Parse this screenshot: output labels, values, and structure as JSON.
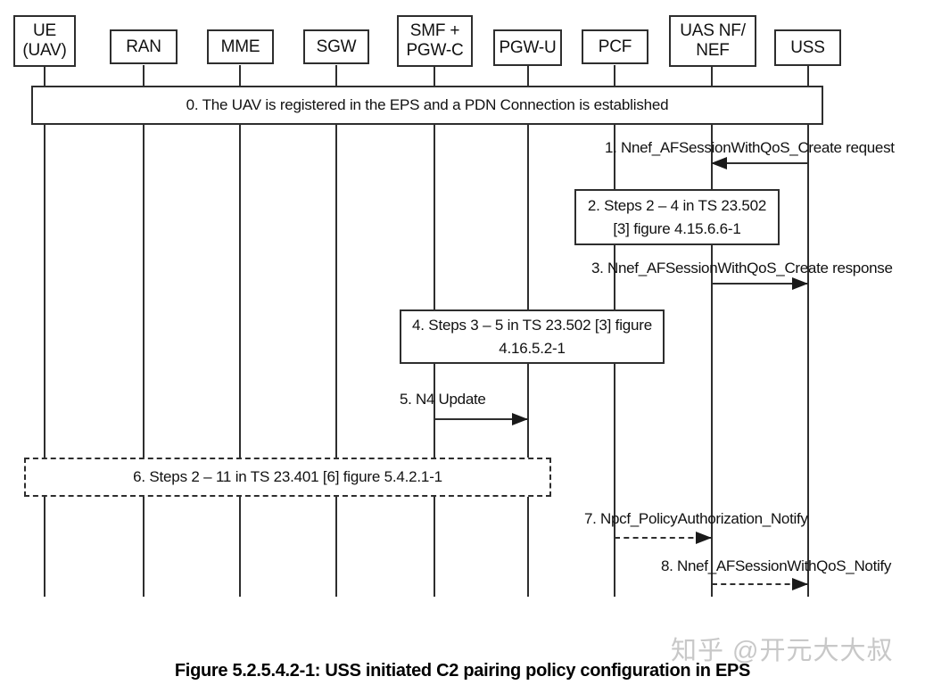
{
  "entities": [
    {
      "id": "ue",
      "label": "UE\n(UAV)"
    },
    {
      "id": "ran",
      "label": "RAN"
    },
    {
      "id": "mme",
      "label": "MME"
    },
    {
      "id": "sgw",
      "label": "SGW"
    },
    {
      "id": "smf",
      "label": "SMF +\nPGW-C"
    },
    {
      "id": "pgwu",
      "label": "PGW-U"
    },
    {
      "id": "pcf",
      "label": "PCF"
    },
    {
      "id": "nef",
      "label": "UAS NF/\nNEF"
    },
    {
      "id": "uss",
      "label": "USS"
    }
  ],
  "steps": {
    "s0": "0. The UAV is registered in the EPS and a PDN Connection is established",
    "s1": "1. Nnef_AFSessionWithQoS_Create request",
    "s2": "2. Steps 2 – 4 in TS 23.502\n[3] figure 4.15.6.6-1",
    "s3": "3. Nnef_AFSessionWithQoS_Create response",
    "s4": "4. Steps 3 – 5 in TS 23.502 [3] figure\n4.16.5.2-1",
    "s5": "5. N4 Update",
    "s6": "6. Steps 2 – 11 in TS 23.401 [6] figure 5.4.2.1-1",
    "s7": "7. Npcf_PolicyAuthorization_Notify",
    "s8": "8. Nnef_AFSessionWithQoS_Notify"
  },
  "caption": "Figure 5.2.5.4.2-1: USS initiated C2 pairing policy configuration in EPS",
  "watermark": "知乎 @开元大大叔",
  "colors": {
    "line": "#2e2e2e",
    "text": "#111111",
    "arrowhead": "#1a1a1a",
    "watermark": "#c8c8c8",
    "background": "#ffffff"
  }
}
